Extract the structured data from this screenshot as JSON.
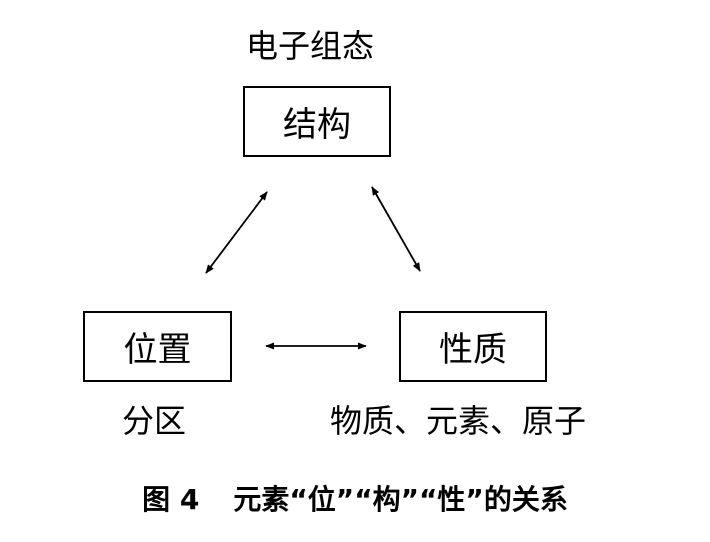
{
  "top": {
    "top_label": "电子组态",
    "box": "结构"
  },
  "left": {
    "box": "位置",
    "bottom_label": "分区"
  },
  "right": {
    "box": "性质",
    "bottom_label": "物质、元素、原子"
  },
  "caption": {
    "number": "图 4",
    "text": "元素“位”“构”“性”的关系"
  }
}
